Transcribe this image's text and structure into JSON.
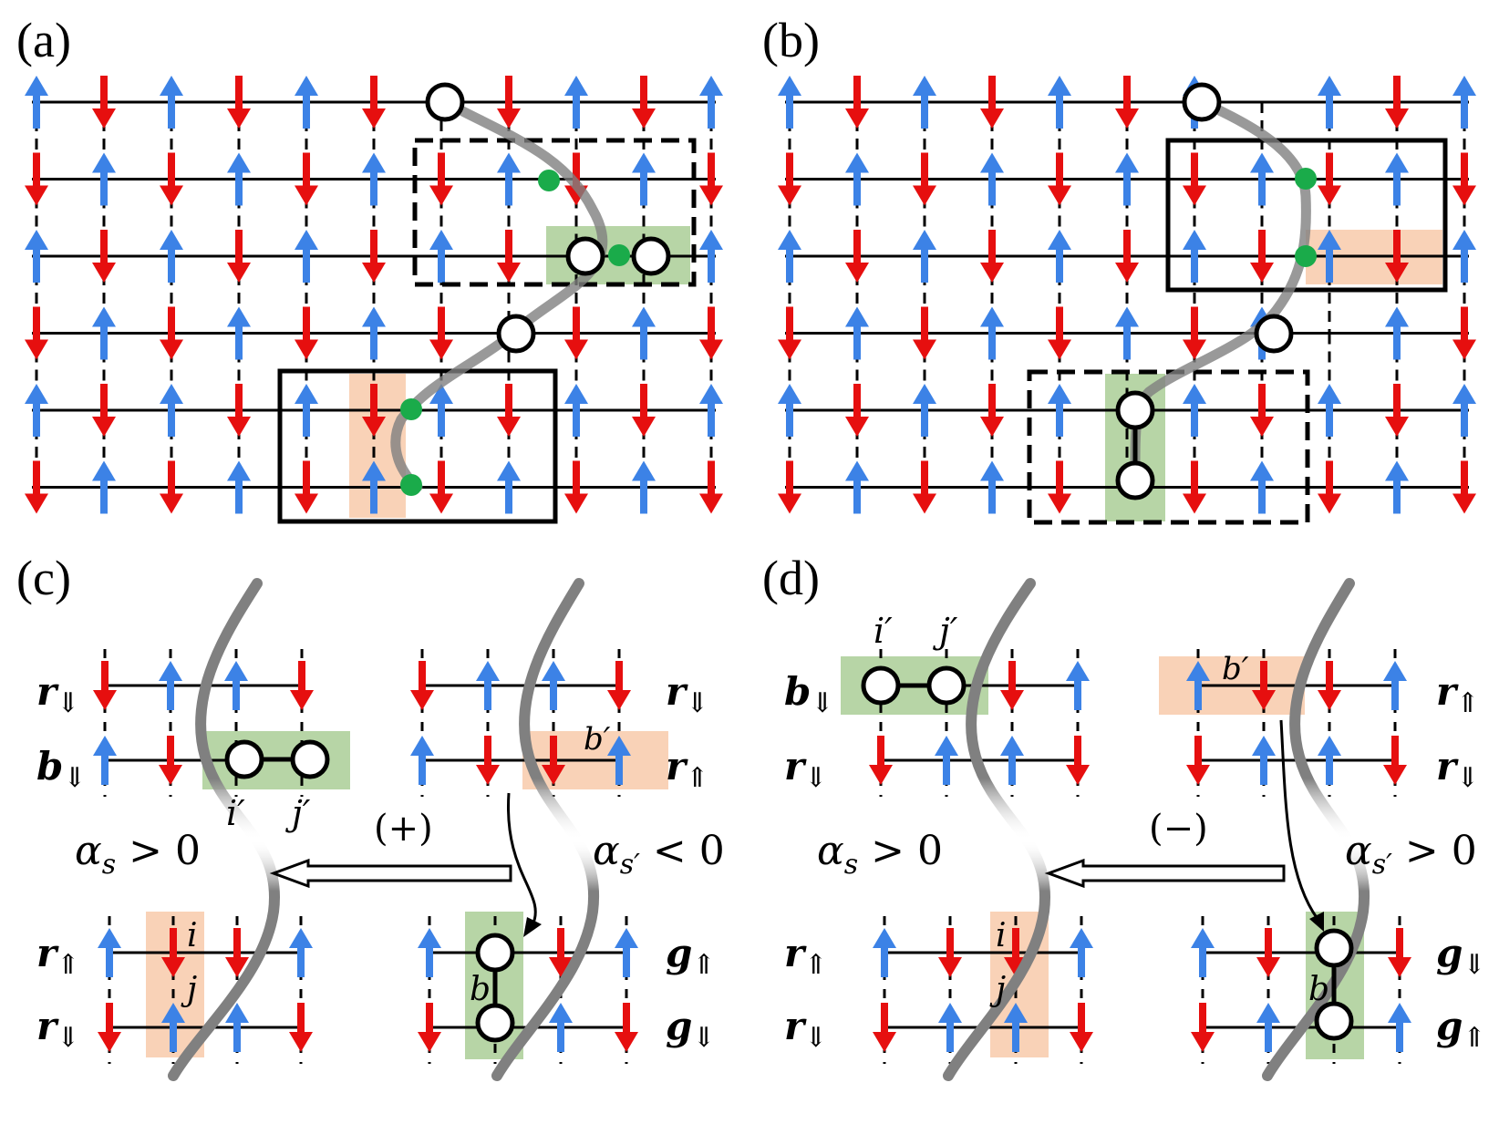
{
  "colors": {
    "spin_up": "#3c82e6",
    "spin_down": "#e60f0f",
    "green_box": "#b7d5a6",
    "orange_box": "#f9d2b7",
    "string": "#8a8a8a",
    "green_dot": "#1aab4a"
  },
  "panels": {
    "a": {
      "label": "(a)"
    },
    "b": {
      "label": "(b)"
    },
    "c": {
      "label": "(c)",
      "rows": {
        "tl": [
          "r",
          "b"
        ],
        "tr": [
          "r",
          "r"
        ],
        "bl": [
          "r",
          "r"
        ],
        "br": [
          "g",
          "g"
        ]
      },
      "row_arrows": {
        "tl": [
          "⇓",
          "⇓"
        ],
        "tr": [
          "⇓",
          "⇑"
        ],
        "bl": [
          "⇑",
          "⇓"
        ],
        "br": [
          "⇑",
          "⇓"
        ]
      },
      "sites": {
        "ip": "i′",
        "jp": "j′",
        "bp": "b′",
        "i": "i",
        "j": "j",
        "b": "b"
      },
      "alpha_left": {
        "sym": "α",
        "sub": "s",
        "rel": " > 0"
      },
      "alpha_right": {
        "sym": "α",
        "sub": "s′",
        "rel": " < 0"
      },
      "sign": "(+)"
    },
    "d": {
      "label": "(d)",
      "rows": {
        "tl": [
          "b",
          "r"
        ],
        "tr": [
          "r",
          "r"
        ],
        "bl": [
          "r",
          "r"
        ],
        "br": [
          "g",
          "g"
        ]
      },
      "row_arrows": {
        "tl": [
          "⇓",
          "⇓"
        ],
        "tr": [
          "⇑",
          "⇓"
        ],
        "bl": [
          "⇑",
          "⇓"
        ],
        "br": [
          "⇓",
          "⇑"
        ]
      },
      "sites": {
        "ip": "i′",
        "jp": "j′",
        "bp": "b′",
        "i": "i",
        "j": "j",
        "b": "b"
      },
      "alpha_left": {
        "sym": "α",
        "sub": "s",
        "rel": " > 0"
      },
      "alpha_right": {
        "sym": "α",
        "sub": "s′",
        "rel": " > 0"
      },
      "sign": "(−)"
    }
  }
}
